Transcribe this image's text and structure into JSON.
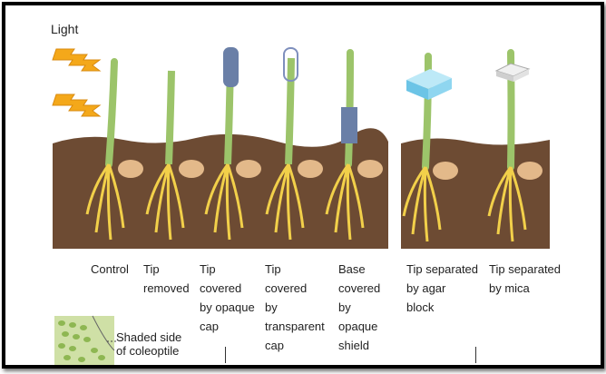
{
  "light_label": "Light",
  "captions": [
    "Control",
    "Tip\nremoved",
    "Tip\ncovered\nby opaque\ncap",
    "Tip\ncovered\nby\ntransparent\ncap",
    "Base\ncovered\nby\nopaque\nshield",
    "Tip separated\nby agar\nblock",
    "Tip separated\nby mica"
  ],
  "shaded_note": "Shaded side\nof coleoptile",
  "colors": {
    "soil": "#6b4a31",
    "stem": "#9cc46a",
    "roots": "#f3d34a",
    "opaque_cap": "#6a7fa7",
    "agar_block": "#8fd6f0",
    "mica": "#dcdcdc",
    "light_arrow": "#f2a619"
  }
}
